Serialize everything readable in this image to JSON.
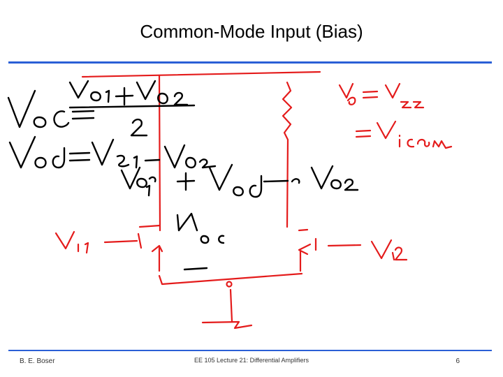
{
  "slide": {
    "title": "Common-Mode Input (Bias)",
    "footer_left": "B. E. Boser",
    "footer_center": "EE 105 Lecture 21: Differential Amplifiers",
    "footer_right": "6"
  },
  "colors": {
    "rule": "#2a5fd6",
    "pen_black": "#000000",
    "pen_red": "#e41b1b"
  },
  "handwriting": {
    "black": [
      "V_oc = (V_o1 + V_o2) / 2",
      "V_od = V_o1 - V_o2",
      "V_o1 + V_od - V_o2",
      "V_oc"
    ],
    "red": [
      "V_i1 = V_i2",
      "= V_icm",
      "V_i1",
      "V_i2"
    ]
  }
}
